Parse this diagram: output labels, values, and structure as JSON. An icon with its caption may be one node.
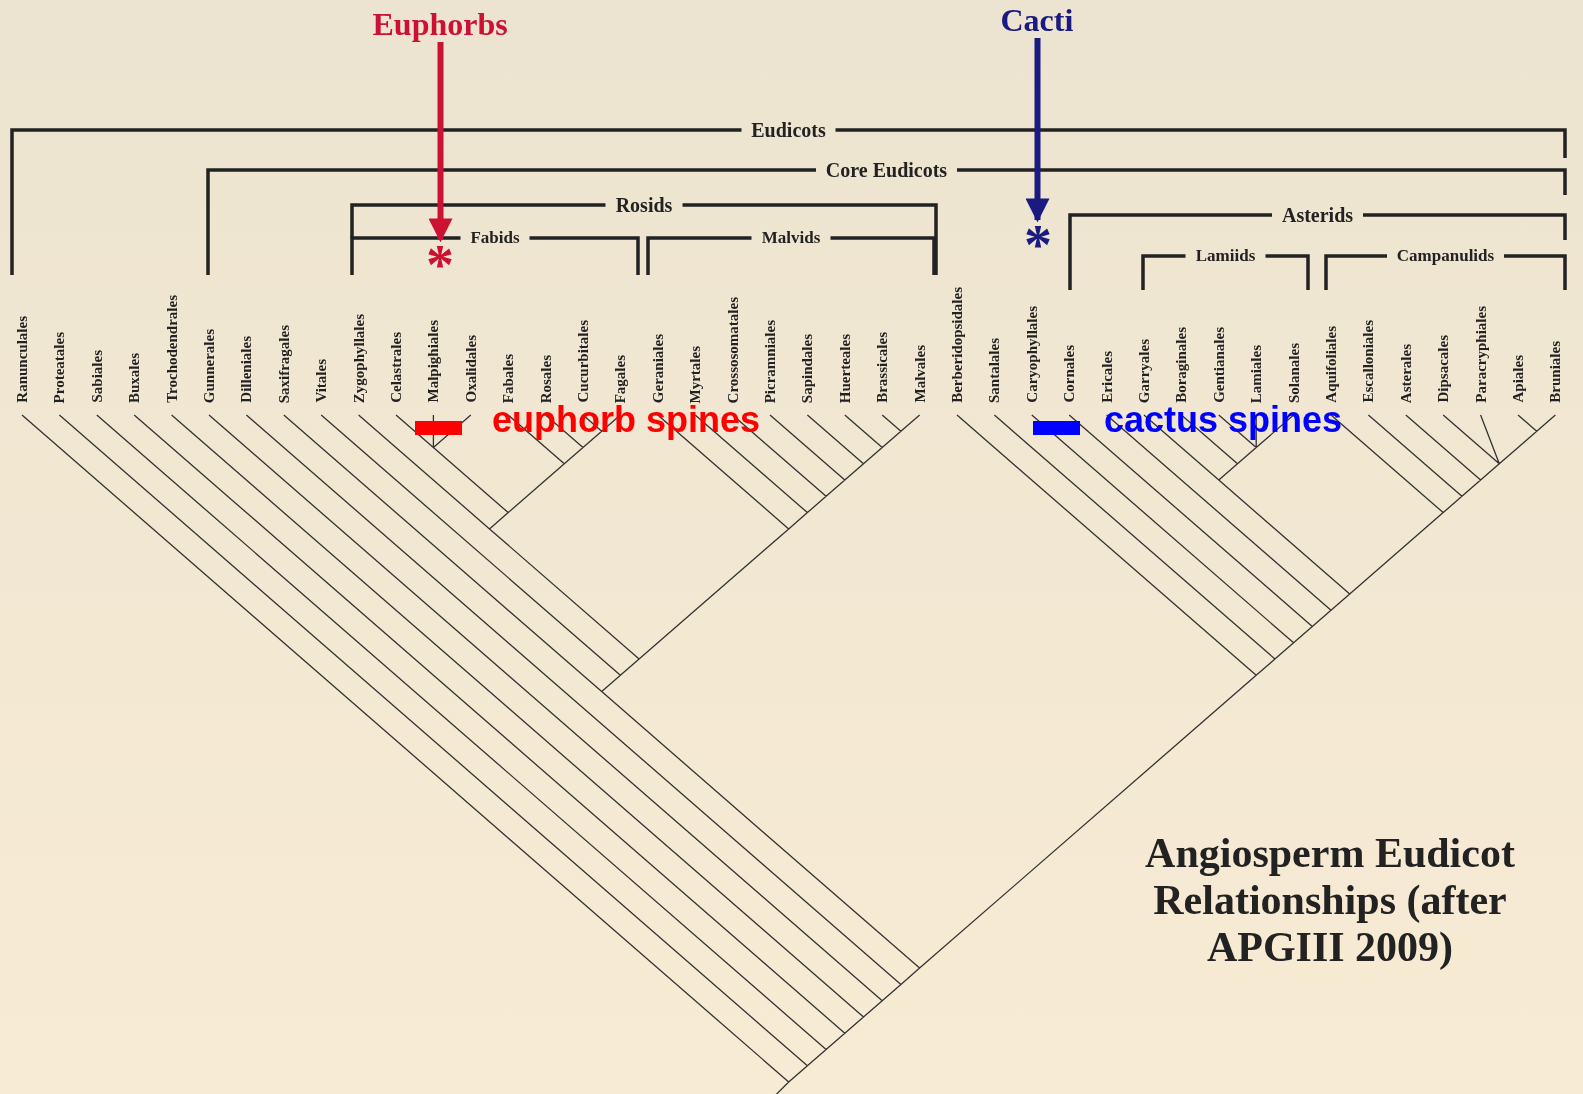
{
  "diagram": {
    "title": "Angiosperm Eudicot Relationships (after APGIII 2009)",
    "nodes": [
      {
        "text": [
          "Euphorbs"
        ]
      },
      {
        "text": [
          "*"
        ]
      },
      {
        "text": [
          "Cacti"
        ]
      },
      {
        "text": [
          "*"
        ]
      }
    ],
    "edges": [
      {
        "from": 0,
        "to": 1,
        "arrow": "to",
        "color": "#cc1133"
      },
      {
        "from": 2,
        "to": 3,
        "arrow": "to",
        "color": "#1a1a80"
      }
    ],
    "labels": [
      "Eudicots",
      "Core Eudicots",
      "Rosids",
      "Asterids",
      "Fabids",
      "Malvids",
      "Lamiids",
      "Campanulids",
      "Ranunculales",
      "Proteatales",
      "Sabiales",
      "Buxales",
      "Trochodendrales",
      "Gunnerales",
      "Dilleniales",
      "Saxifragales",
      "Vitales",
      "Zygophyllales",
      "Celastrales",
      "Malpighiales",
      "Oxalidales",
      "Fabales",
      "Rosales",
      "Cucurbitales",
      "Fagales",
      "Geraniales",
      "Myrtales",
      "Crossosomatales",
      "Picramniales",
      "Sapindales",
      "Huerteales",
      "Brassicales",
      "Malvales",
      "Berberidopsidales",
      "Santalales",
      "Caryophyllales",
      "Cornales",
      "Ericales",
      "Garryales",
      "Boraginales",
      "Gentianales",
      "Lamiales",
      "Solanales",
      "Aquifoliales",
      "Escalloniales",
      "Asterales",
      "Dipsacales",
      "Paracryphiales",
      "Apiales",
      "Bruniales"
    ],
    "legend": [
      {
        "text": "euphorb spines",
        "color": "#ff0000"
      },
      {
        "text": "cactus spines",
        "color": "#0000ff"
      }
    ]
  }
}
